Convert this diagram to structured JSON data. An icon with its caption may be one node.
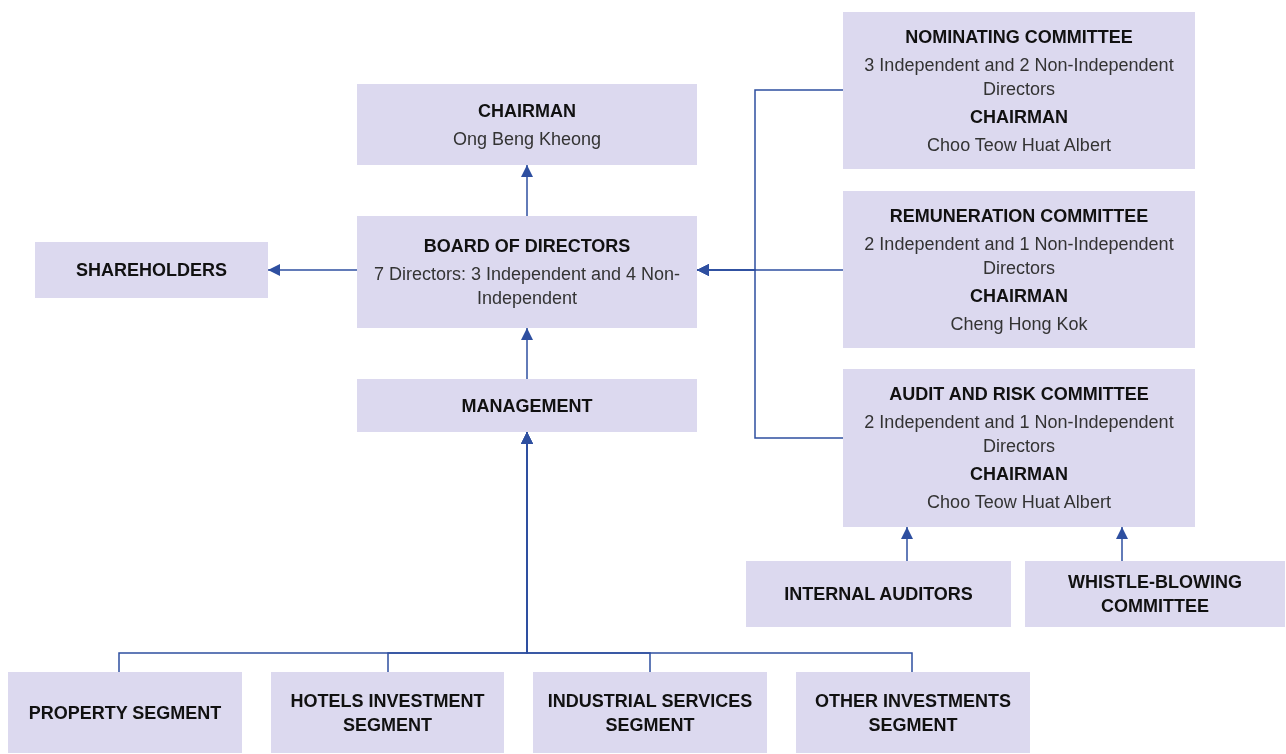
{
  "diagram": {
    "nodes": [
      {
        "text": [
          "CHAIRMAN",
          "Ong Beng Kheong"
        ]
      },
      {
        "text": [
          "BOARD OF DIRECTORS",
          "7 Directors: 3 Independent and 4 Non-Independent"
        ]
      },
      {
        "text": [
          "SHAREHOLDERS"
        ]
      },
      {
        "text": [
          "MANAGEMENT"
        ]
      },
      {
        "text": [
          "NOMINATING COMMITTEE",
          "3 Independent and 2 Non-Independent Directors",
          "CHAIRMAN",
          "Choo Teow Huat Albert"
        ]
      },
      {
        "text": [
          "REMUNERATION COMMITTEE",
          "2 Independent and 1 Non-Independent Directors",
          "CHAIRMAN",
          "Cheng Hong Kok"
        ]
      },
      {
        "text": [
          "AUDIT AND RISK COMMITTEE",
          "2 Independent and 1 Non-Independent Directors",
          "CHAIRMAN",
          "Choo Teow Huat Albert"
        ]
      },
      {
        "text": [
          "INTERNAL AUDITORS"
        ]
      },
      {
        "text": [
          "WHISTLE-BLOWING COMMITTEE"
        ]
      },
      {
        "text": [
          "PROPERTY SEGMENT"
        ]
      },
      {
        "text": [
          "HOTELS INVESTMENT SEGMENT"
        ]
      },
      {
        "text": [
          "INDUSTRIAL SERVICES SEGMENT"
        ]
      },
      {
        "text": [
          "OTHER INVESTMENTS SEGMENT"
        ]
      }
    ],
    "edges": [
      {
        "from": 1,
        "to": 0,
        "arrow": "to"
      },
      {
        "from": 1,
        "to": 2,
        "arrow": "to"
      },
      {
        "from": 3,
        "to": 1,
        "arrow": "to"
      },
      {
        "from": 4,
        "to": 1,
        "arrow": "to"
      },
      {
        "from": 5,
        "to": 1,
        "arrow": "to"
      },
      {
        "from": 6,
        "to": 1,
        "arrow": "to"
      },
      {
        "from": 7,
        "to": 6,
        "arrow": "to"
      },
      {
        "from": 8,
        "to": 6,
        "arrow": "to"
      },
      {
        "from": 9,
        "to": 3,
        "arrow": "to"
      },
      {
        "from": 10,
        "to": 3,
        "arrow": "to"
      },
      {
        "from": 11,
        "to": 3,
        "arrow": "to"
      },
      {
        "from": 12,
        "to": 3,
        "arrow": "to"
      }
    ]
  }
}
